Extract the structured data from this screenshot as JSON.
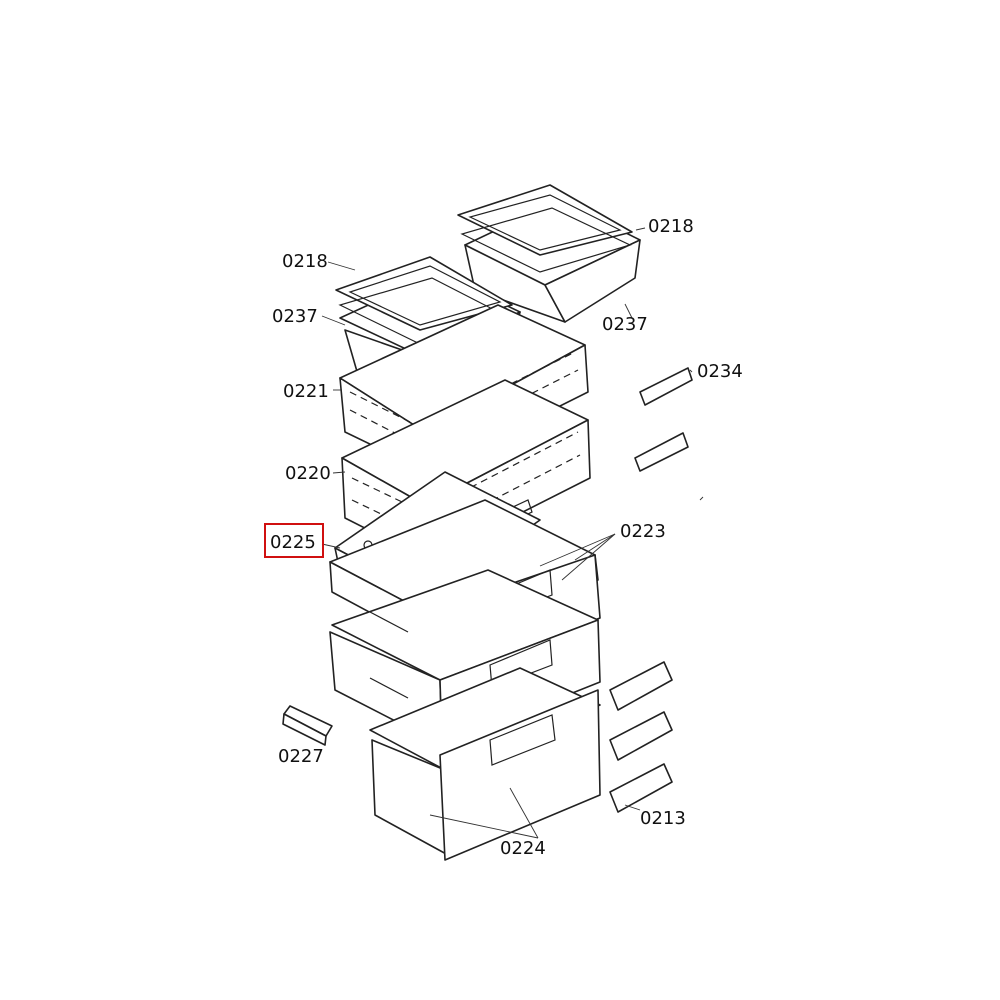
{
  "highlight_color": "#d01010",
  "highlighted_part": "0225",
  "callouts": {
    "c_0218_right": "0218",
    "c_0218_left": "0218",
    "c_0237_left": "0237",
    "c_0237_right": "0237",
    "c_0234": "0234",
    "c_0221": "0221",
    "c_0220": "0220",
    "c_0225": "0225",
    "c_0223": "0223",
    "c_0227": "0227",
    "c_0213": "0213",
    "c_0224": "0224"
  }
}
